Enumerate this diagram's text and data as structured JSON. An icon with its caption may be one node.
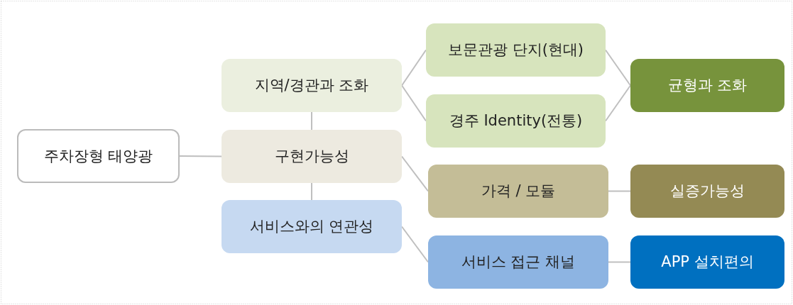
{
  "diagram": {
    "nodes": [
      {
        "text": [
          "주차장형 태양광"
        ]
      },
      {
        "text": [
          "지역/경관과 조화"
        ]
      },
      {
        "text": [
          "구현가능성"
        ]
      },
      {
        "text": [
          "서비스와의 연관성"
        ]
      },
      {
        "text": [
          "보문관광 단지(현대)"
        ]
      },
      {
        "text": [
          "경주 Identity(전통)"
        ]
      },
      {
        "text": [
          "가격 / 모듈"
        ]
      },
      {
        "text": [
          "서비스 접근 채널"
        ]
      },
      {
        "text": [
          "균형과 조화"
        ]
      },
      {
        "text": [
          "실증가능성"
        ]
      },
      {
        "text": [
          "APP 설치편의"
        ]
      }
    ],
    "edges": [
      {
        "from": 0,
        "to": 2,
        "arrow": "none"
      },
      {
        "from": 1,
        "to": 2,
        "arrow": "none"
      },
      {
        "from": 2,
        "to": 3,
        "arrow": "none"
      },
      {
        "from": 1,
        "to": 4,
        "arrow": "none"
      },
      {
        "from": 1,
        "to": 5,
        "arrow": "none"
      },
      {
        "from": 4,
        "to": 8,
        "arrow": "none"
      },
      {
        "from": 5,
        "to": 8,
        "arrow": "none"
      },
      {
        "from": 2,
        "to": 6,
        "arrow": "none"
      },
      {
        "from": 3,
        "to": 7,
        "arrow": "none"
      },
      {
        "from": 6,
        "to": 9,
        "arrow": "none"
      },
      {
        "from": 7,
        "to": 10,
        "arrow": "none"
      }
    ]
  }
}
